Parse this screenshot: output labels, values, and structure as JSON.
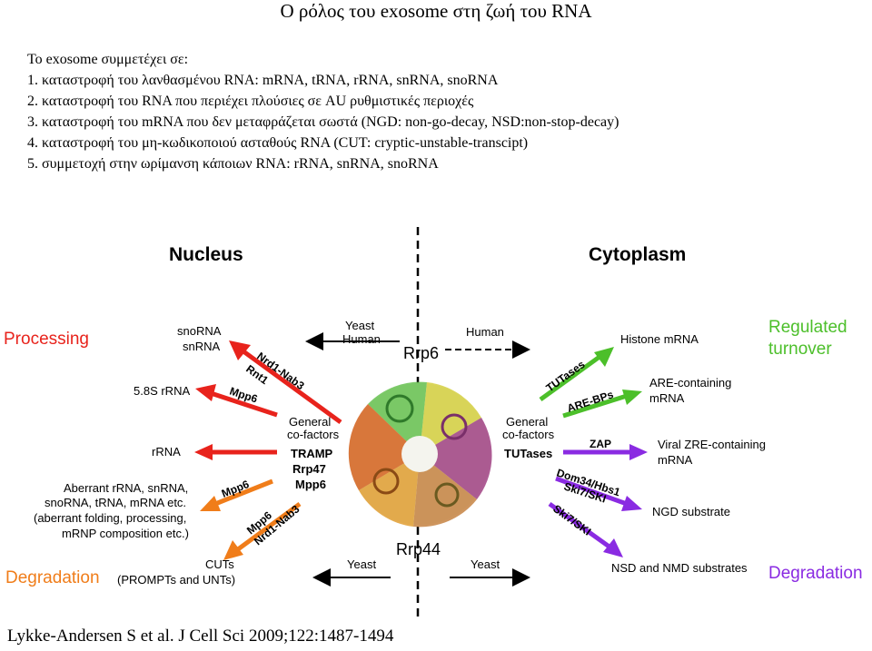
{
  "slide": {
    "title": "Ο ρόλος του exosome στη ζωή του RNA",
    "lines": [
      "Το exosome συμμετέχει σε:",
      "1. καταστροφή του λανθασμένου RNA: mRNA, tRNA, rRNA, snRNA, snoRNA",
      "2. καταστροφή του RNA που περιέχει πλούσιες σε AU ρυθμιστικές περιοχές",
      "3. καταστροφή του  mRNA που δεν μεταφράζεται σωστά (NGD: non-go-decay, NSD:non-stop-decay)",
      "4. καταστροφή του μη-κωδικοποιού ασταθούς RNA  (CUT: cryptic-unstable-transcipt)",
      "5. συμμετοχή στην ωρίμανση κάποιων RNA: rRNA, snRNA, snoRNA"
    ],
    "citation": "Lykke-Andersen S et al. J Cell Sci 2009;122:1487-1494"
  },
  "diagram": {
    "nucleus": "Nucleus",
    "cytoplasm": "Cytoplasm",
    "processing": "Processing",
    "degradation_left": "Degradation",
    "degradation_right": "Degradation",
    "regulated": [
      "Regulated",
      "turnover"
    ],
    "rrp6": "Rrp6",
    "rrp44": "Rrp44",
    "yeast_human_top": [
      "Yeast",
      "Human"
    ],
    "human_top_right": "Human",
    "yeast_bottom_left": "Yeast",
    "yeast_bottom_right": "Yeast",
    "sno_sn": [
      "snoRNA",
      "snRNA"
    ],
    "rrna58s": "5.8S rRNA",
    "rrna": "rRNA",
    "aberrant": [
      "Aberrant rRNA, snRNA,",
      "snoRNA, tRNA, mRNA etc.",
      "(aberrant folding, processing,",
      "mRNP composition etc.)"
    ],
    "cuts": [
      "CUTs",
      "(PROMPTs and UNTs)"
    ],
    "nuc_cofactors": [
      "General",
      "co-factors"
    ],
    "nuc_cofactor_names": [
      "TRAMP",
      "Rrp47",
      "Mpp6"
    ],
    "cyt_cofactors": [
      "General",
      "co-factors"
    ],
    "cyt_cofactor_name": "TUTases",
    "arrow_labels_left": {
      "nrd1_top": "Nrd1-Nab3",
      "rnt1": "Rnt1",
      "mpp6_a": "Mpp6",
      "mpp6_b": "Mpp6",
      "mpp6_c": "Mpp6",
      "nrd1_bottom": "Nrd1-Nab3"
    },
    "arrow_labels_right": {
      "tutases": "TUTases",
      "arebps": "ARE-BPs",
      "zap": "ZAP",
      "dom34": "Dom34/Hbs1",
      "ski7a": "Ski7/SKI",
      "ski7b": "Ski7/SKI"
    },
    "histone": "Histone mRNA",
    "are": [
      "ARE-containing",
      "mRNA"
    ],
    "viral": [
      "Viral ZRE-containing",
      "mRNA"
    ],
    "ngd": "NGD substrate",
    "nsd": "NSD and NMD substrates",
    "colors": {
      "red": "#e8231c",
      "orange": "#f07d1a",
      "green": "#4cbf2a",
      "purple": "#8a2be2",
      "processing": "#e8231c",
      "degradation_left": "#f07d1a",
      "regulated": "#4cbf2a",
      "degradation_right": "#8a2be2"
    }
  }
}
